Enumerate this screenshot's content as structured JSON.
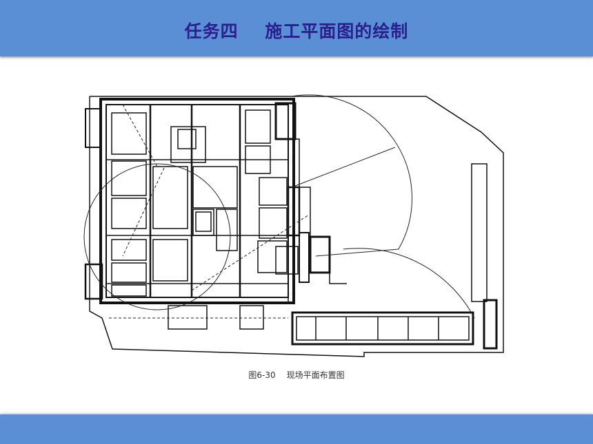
{
  "slide": {
    "title_part1": "任务四",
    "title_part2": "施工平面图的绘制",
    "caption_number": "图6-30",
    "caption_text": "现场平面布置图"
  }
}
